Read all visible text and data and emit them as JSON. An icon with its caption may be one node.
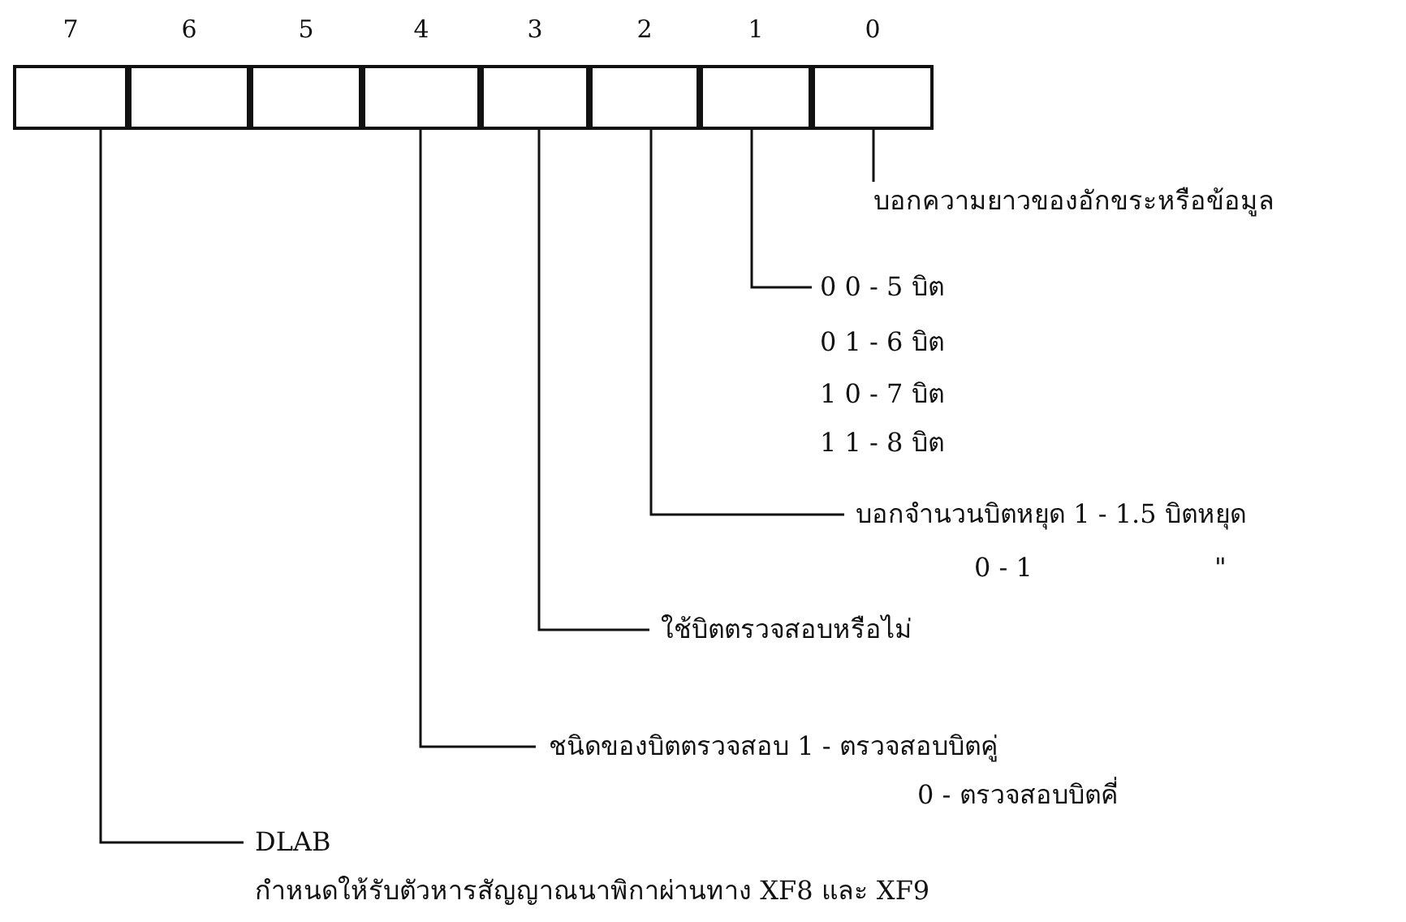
{
  "diagram": {
    "nodes": [
      {
        "text": [
          "7"
        ]
      },
      {
        "text": [
          "6"
        ]
      },
      {
        "text": [
          "5"
        ]
      },
      {
        "text": [
          "4"
        ]
      },
      {
        "text": [
          "3"
        ]
      },
      {
        "text": [
          "2"
        ]
      },
      {
        "text": [
          "1"
        ]
      },
      {
        "text": [
          "0"
        ]
      },
      {
        "text": [
          "บอกความยาวของอักขระหรือข้อมูล"
        ]
      },
      {
        "text": [
          "0 0 - 5 บิต",
          "0 1 - 6 บิต",
          "1 0 - 7 บิต",
          "1 1 - 8 บิต"
        ]
      },
      {
        "text": [
          "บอกจำนวนบิตหยุด 1 - 1.5 บิตหยุด",
          "0 - 1",
          "\""
        ]
      },
      {
        "text": [
          "ใช้บิตตรวจสอบหรือไม่"
        ]
      },
      {
        "text": [
          "ชนิดของบิตตรวจสอบ 1 - ตรวจสอบบิตคู่",
          "0 - ตรวจสอบบิตคี่"
        ]
      },
      {
        "text": [
          "DLAB",
          "กำหนดให้รับตัวหารสัญญาณนาพิกาผ่านทาง XF8 และ XF9"
        ]
      }
    ],
    "edges": [
      {
        "from": 7,
        "to": 8,
        "arrow": "none"
      },
      {
        "from": 6,
        "to": 9,
        "arrow": "none"
      },
      {
        "from": 5,
        "to": 10,
        "arrow": "none"
      },
      {
        "from": 4,
        "to": 11,
        "arrow": "none"
      },
      {
        "from": 3,
        "to": 12,
        "arrow": "none"
      },
      {
        "from": 0,
        "to": 13,
        "arrow": "none"
      }
    ]
  }
}
